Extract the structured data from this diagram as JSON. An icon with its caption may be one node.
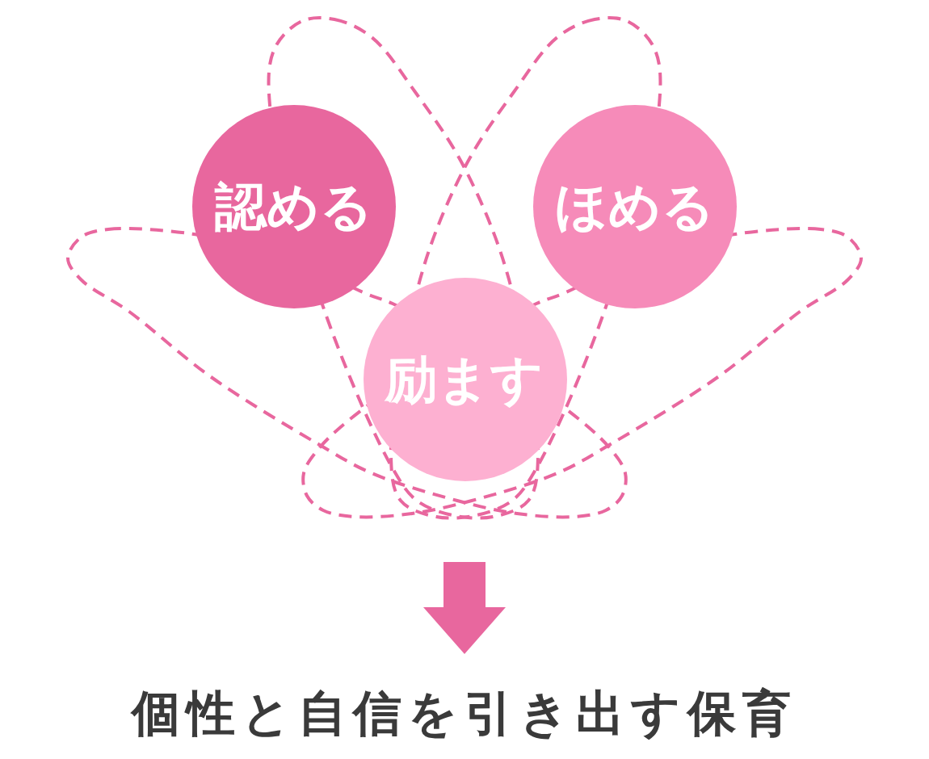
{
  "diagram": {
    "nodes": [
      {
        "text": [
          "認める"
        ]
      },
      {
        "text": [
          "ほめる"
        ]
      },
      {
        "text": [
          "励ます"
        ]
      },
      {
        "text": [
          "個性と自信を引き出す保育"
        ]
      }
    ],
    "edges": [
      {
        "from": null,
        "to": 3,
        "arrow": "to"
      }
    ]
  }
}
